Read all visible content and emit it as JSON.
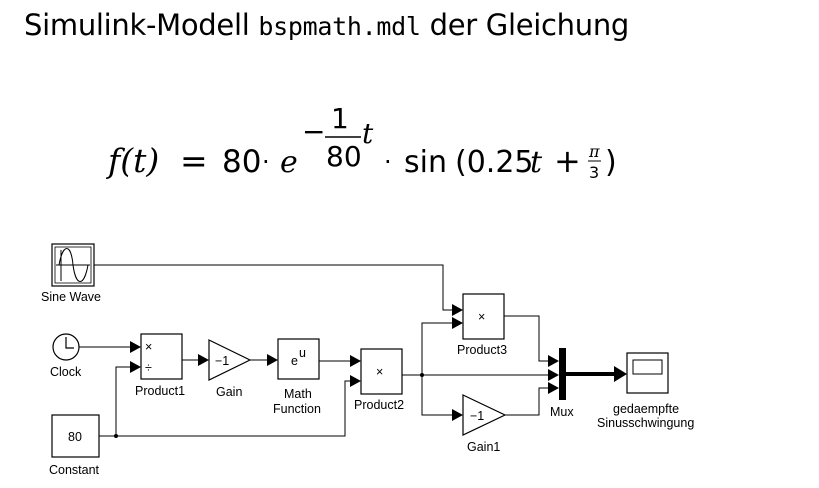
{
  "title": {
    "prefix": "Simulink-Modell ",
    "filename": "bspmath.mdl",
    "suffix": " der Gleichung"
  },
  "formula": {
    "lhs": "f(t)",
    "equals": "=",
    "coefficient": "80",
    "dot": "·",
    "base": "e",
    "exp_sign": "−",
    "exp_numerator": "1",
    "exp_denominator": "80",
    "exp_var": "t",
    "func": "sin",
    "arg_open": "(0.25",
    "arg_var": "t",
    "plus": "+",
    "pi": "π",
    "three": "3",
    "arg_close": ")"
  },
  "blocks": {
    "sine_wave": {
      "label": "Sine Wave"
    },
    "clock": {
      "label": "Clock"
    },
    "constant": {
      "label": "Constant",
      "value": "80"
    },
    "product1": {
      "label": "Product1",
      "op1": "×",
      "op2": "÷"
    },
    "gain": {
      "label": "Gain",
      "value": "−1"
    },
    "math_function": {
      "label_line1": "Math",
      "label_line2": "Function",
      "base": "e",
      "exp": "u"
    },
    "product2": {
      "label": "Product2",
      "op": "×"
    },
    "product3": {
      "label": "Product3",
      "op": "×"
    },
    "gain1": {
      "label": "Gain1",
      "value": "−1"
    },
    "mux": {
      "label": "Mux"
    },
    "scope": {
      "label_line1": "gedaempfte",
      "label_line2": "Sinusschwingung"
    }
  }
}
